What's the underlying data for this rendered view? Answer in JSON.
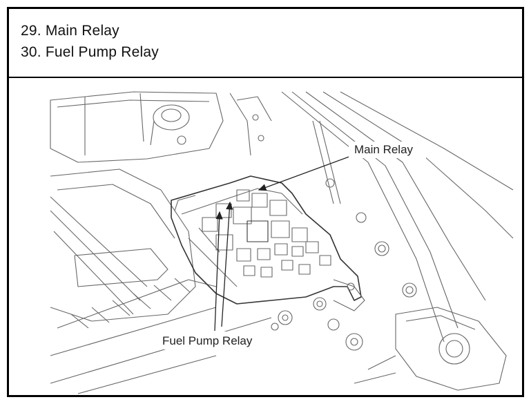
{
  "legend": {
    "items": [
      {
        "number": "29.",
        "label": "Main Relay"
      },
      {
        "number": "30.",
        "label": "Fuel Pump Relay"
      }
    ]
  },
  "diagram": {
    "callouts": {
      "main_relay": "Main Relay",
      "fuel_pump_relay": "Fuel Pump Relay"
    },
    "colors": {
      "line": "#555555",
      "frame": "#000000",
      "background": "#ffffff"
    }
  }
}
